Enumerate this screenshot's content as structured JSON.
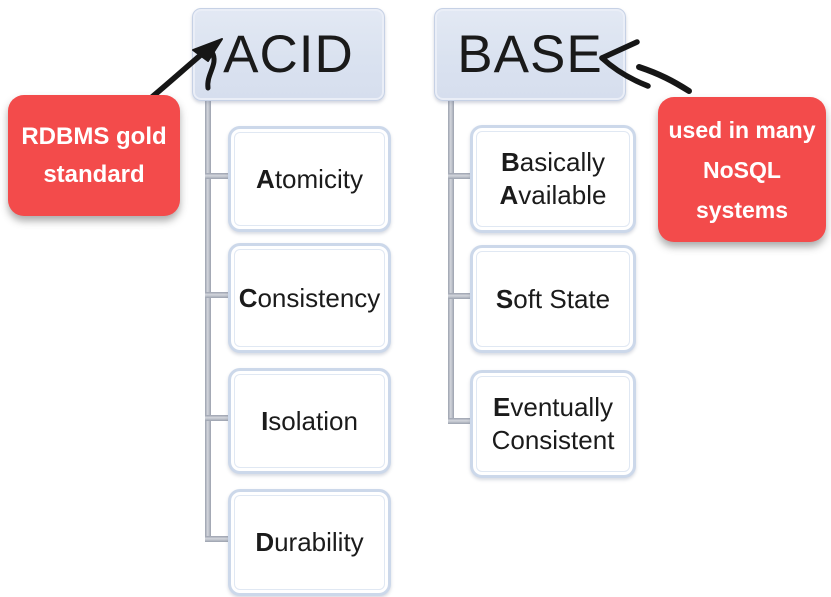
{
  "acid": {
    "title": "ACID",
    "children": [
      {
        "name": "Atomicity",
        "lines": [
          {
            "bold": "A",
            "rest": "tomicity"
          }
        ]
      },
      {
        "name": "Consistency",
        "lines": [
          {
            "bold": "C",
            "rest": "onsistency"
          }
        ]
      },
      {
        "name": "Isolation",
        "lines": [
          {
            "bold": "I",
            "rest": "solation"
          }
        ]
      },
      {
        "name": "Durability",
        "lines": [
          {
            "bold": "D",
            "rest": "urability"
          }
        ]
      }
    ]
  },
  "base": {
    "title": "BASE",
    "children": [
      {
        "name": "Basically Available",
        "lines": [
          {
            "bold": "B",
            "rest": "asically"
          },
          {
            "bold": "A",
            "rest": "vailable"
          }
        ]
      },
      {
        "name": "Soft State",
        "lines": [
          {
            "bold": "S",
            "rest": "oft State"
          }
        ]
      },
      {
        "name": "Eventually Consistent",
        "lines": [
          {
            "bold": "E",
            "rest": "ventually"
          },
          {
            "bold": "",
            "rest": "Consistent"
          }
        ]
      }
    ]
  },
  "callouts": {
    "left": {
      "lines": [
        "RDBMS gold",
        "standard"
      ],
      "points_to": "ACID"
    },
    "right": {
      "lines": [
        "used in many",
        "NoSQL",
        "systems"
      ],
      "points_to": "BASE"
    }
  },
  "colors": {
    "callout_red": "#f34b4b",
    "callout_text": "#ffffff",
    "header_fill": "#dbe2ef",
    "box_border_blue": "#ccd8ea",
    "connector_gray": "#9ba1ae",
    "arrow_black": "#161616",
    "text_black": "#1b1b1b",
    "background": "#ffffff"
  }
}
